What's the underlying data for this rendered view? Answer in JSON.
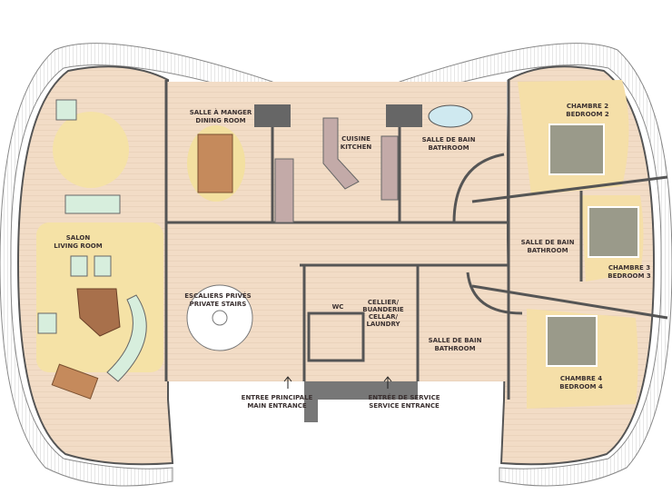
{
  "plan": {
    "rooms": {
      "dining": [
        "SALLE À MANGER",
        "DINING ROOM"
      ],
      "kitchen": [
        "CUISINE",
        "KITCHEN"
      ],
      "bath1": [
        "SALLE DE BAIN",
        "BATHROOM"
      ],
      "bedroom2": [
        "CHAMBRE 2",
        "BEDROOM 2"
      ],
      "bath2": [
        "SALLE DE BAIN",
        "BATHROOM"
      ],
      "bedroom3": [
        "CHAMBRE 3",
        "BEDROOM 3"
      ],
      "living": [
        "SALON",
        "LIVING ROOM"
      ],
      "stairs": [
        "ESCALIERS PRIVÉS",
        "PRIVATE STAIRS"
      ],
      "wc": "WC",
      "laundry": [
        "CELLIER/",
        "BUANDERIE",
        "CELLAR/",
        "LAUNDRY"
      ],
      "bath3": [
        "SALLE DE BAIN",
        "BATHROOM"
      ],
      "bedroom4": [
        "CHAMBRE 4",
        "BEDROOM 4"
      ],
      "main_entrance": [
        "ENTREE PRINCIPALE",
        "MAIN ENTRANCE"
      ],
      "service_entrance": [
        "ENTRÉE DE SERVICE",
        "SERVICE ENTRANCE"
      ]
    },
    "colors": {
      "floor": "#f2dcc6",
      "rug": "#f7df9e",
      "wall": "#555555",
      "bed": "#9a9a8a",
      "wood": "#c58a5c",
      "seat": "#d7eedd"
    }
  }
}
